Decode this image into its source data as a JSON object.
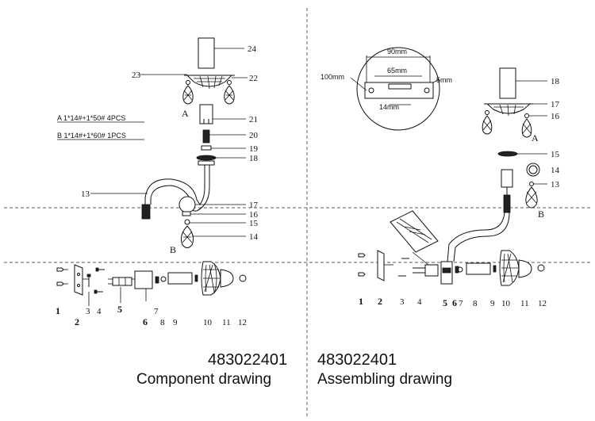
{
  "note_a": "A 1*14#+1*50# 4PCS",
  "note_b": "B 1*14#+1*60# 1PCS",
  "left": {
    "code": "483022401",
    "title": "Component drawing",
    "letter_a": "A",
    "letter_b": "B",
    "labels": [
      "1",
      "2",
      "3",
      "4",
      "5",
      "6",
      "7",
      "8",
      "9",
      "10",
      "11",
      "12",
      "13",
      "14",
      "15",
      "16",
      "17",
      "18",
      "19",
      "20",
      "21",
      "22",
      "23",
      "24"
    ]
  },
  "right": {
    "code": "483022401",
    "title": "Assembling drawing",
    "letter_a": "A",
    "letter_b": "B",
    "labels": [
      "1",
      "2",
      "3",
      "4",
      "5",
      "6",
      "7",
      "8",
      "9",
      "10",
      "11",
      "12",
      "13",
      "14",
      "15",
      "16",
      "17",
      "18"
    ],
    "dims": {
      "d90": "90mm",
      "d65": "65mm",
      "d100": "100mm",
      "d5": "5mm",
      "d14": "14mm"
    }
  }
}
